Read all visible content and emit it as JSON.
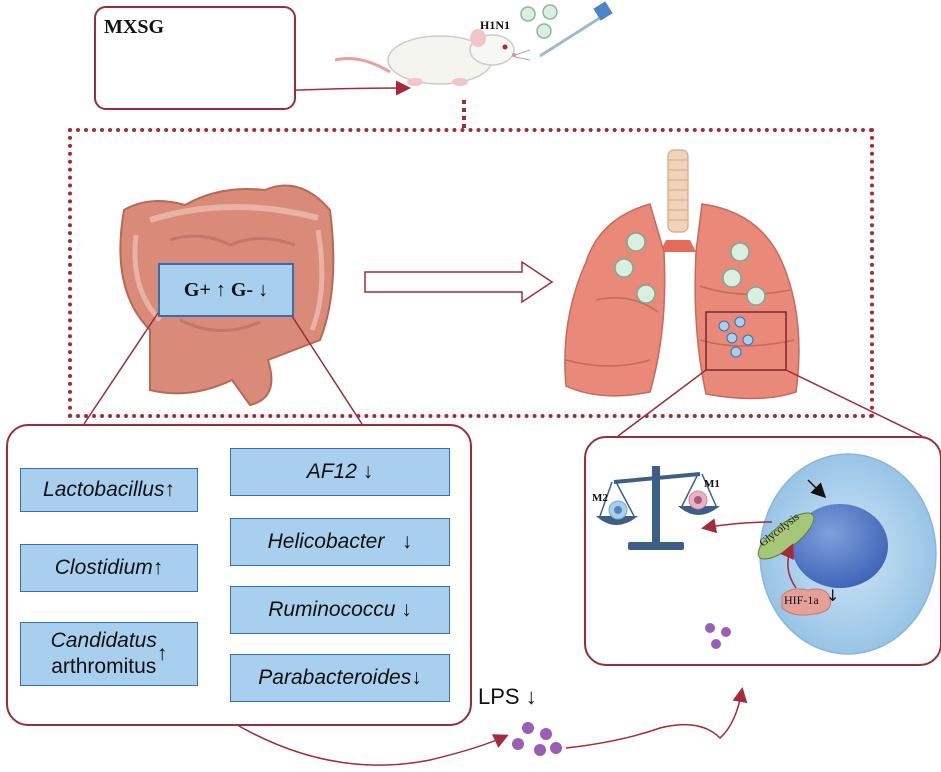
{
  "top": {
    "treatment_label": "MXSG",
    "virus_label": "H1N1"
  },
  "gut": {
    "summary": "G+ ↑  G- ↓"
  },
  "bacteria": {
    "lactobacillus": "Lactobacillus",
    "lactobacillus_arrow": "↑",
    "clostidium": "Clostidium",
    "clostidium_arrow": "↑",
    "candidatus_1": "Candidatus",
    "candidatus_2": "arthromitus",
    "candidatus_arrow": "↑",
    "af12": "AF12",
    "af12_arrow": "↓",
    "helicobacter": "Helicobacter",
    "helicobacter_arrow": "↓",
    "ruminococcu": "Ruminococcu",
    "ruminococcu_arrow": "↓",
    "parabacteroides": "Parabacteroides",
    "parabacteroides_arrow": "↓"
  },
  "lps": {
    "label": "LPS ↓"
  },
  "macrophage": {
    "m2": "M2",
    "m1": "M1",
    "glycolysis": "Glycolysis",
    "hif": "HIF-1a",
    "hif_arrow": "↓"
  },
  "colors": {
    "frame": "#a52a3a",
    "box_fill": "#a8cfee",
    "box_border": "#3a6ea8",
    "lung": "#e8897a",
    "gut": "#d98a78",
    "lps_dot": "#9a5fb4"
  }
}
